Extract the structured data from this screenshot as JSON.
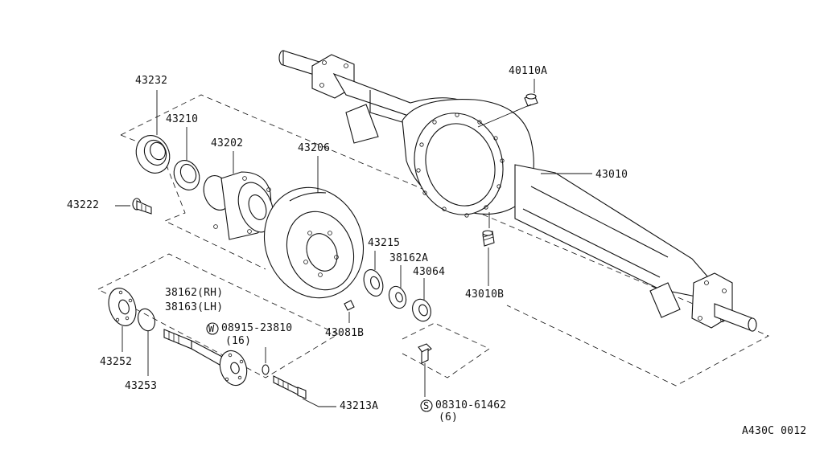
{
  "labels": {
    "p43232": "43232",
    "p43210": "43210",
    "p43202": "43202",
    "p43206": "43206",
    "p43222": "43222",
    "p43215": "43215",
    "p38162A": "38162A",
    "p43064": "43064",
    "p38162rh": "38162(RH)",
    "p38163lh": "38163(LH)",
    "w_prefix": "W",
    "w_part": "08915-23810",
    "w_qty": "(16)",
    "p43081B": "43081B",
    "p43252": "43252",
    "p43253": "43253",
    "p43213A": "43213A",
    "s_prefix": "S",
    "s_part": "08310-61462",
    "s_qty": "(6)",
    "p40110A": "40110A",
    "p43010": "43010",
    "p43010B": "43010B"
  },
  "footer": {
    "code": "A430C 0012"
  }
}
